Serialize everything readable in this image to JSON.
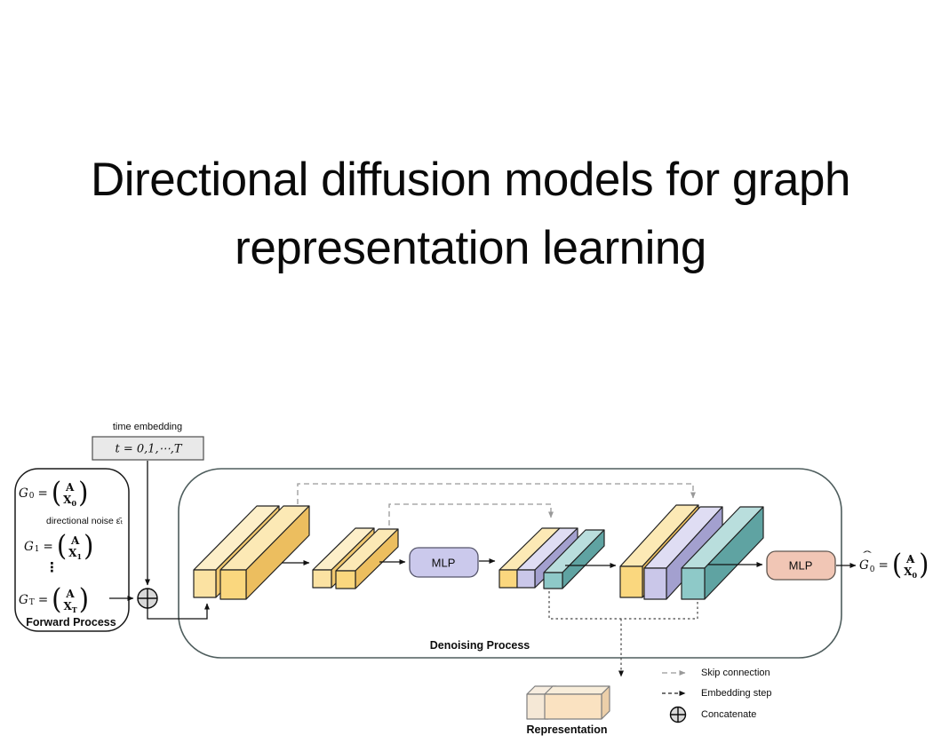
{
  "title": {
    "line1": "Directional diffusion models for graph",
    "line2": "representation learning"
  },
  "symbols": {
    "eq": "=",
    "lparen": "(",
    "rparen": ")",
    "hat": "ˆ"
  },
  "time_embedding": {
    "label": "time embedding",
    "value": "t = 0,1,⋯,T"
  },
  "forward_process": {
    "title": "Forward Process",
    "noise_label": "directional noise ε̄ₜ",
    "dots": "⋮",
    "equations": [
      {
        "var": "G",
        "sub": "0",
        "mat_top": "A",
        "mat_bot": "X",
        "mat_bot_sub": "0"
      },
      {
        "var": "G",
        "sub": "1",
        "mat_top": "A",
        "mat_bot": "X",
        "mat_bot_sub": "1"
      },
      {
        "var": "G",
        "sub": "T",
        "mat_top": "A",
        "mat_bot": "X",
        "mat_bot_sub": "T"
      }
    ]
  },
  "denoising_process": {
    "title": "Denoising Process",
    "mlp1_label": "MLP",
    "mlp2_label": "MLP"
  },
  "output_equation": {
    "var": "G",
    "sub": "0",
    "mat_top": "A",
    "mat_bot": "X",
    "mat_bot_sub": "0"
  },
  "representation": {
    "label": "Representation"
  },
  "legend": {
    "items": [
      {
        "name": "skip-connection",
        "label": "Skip connection"
      },
      {
        "name": "embedding-step",
        "label": "Embedding step"
      },
      {
        "name": "concatenate",
        "label": "Concatenate"
      }
    ]
  },
  "colors": {
    "yellow_front": "#FAD77E",
    "yellow_top": "#FCE9B5",
    "yellow_side": "#ECBE5F",
    "yellow_light_front": "#FBE2A2",
    "yellow_light_top": "#FDEFC9",
    "yellow_light_side": "#F0C76E",
    "lavender_front": "#CAC7E9",
    "lavender_top": "#DFDDF3",
    "lavender_side": "#A3A0CF",
    "teal_front": "#8EC9C8",
    "teal_top": "#B9DEDD",
    "teal_side": "#5FA3A2",
    "peach_front": "#FAE2C1",
    "peach_top": "#F8EDDA",
    "peach_side": "#ECCFA9",
    "peach_light": "#F5E8D6",
    "mlp1_fill": "#CBC9EC",
    "mlp2_fill": "#F1C6B5",
    "time_box_fill": "#E9E9E9",
    "concat_fill": "#D8D8D8",
    "skip_line": "#999999",
    "embed_line": "#444444",
    "forward_box_stroke": "#1a1a1a",
    "denoise_box_stroke": "#4e5d5d",
    "block_stroke": "#222222"
  }
}
